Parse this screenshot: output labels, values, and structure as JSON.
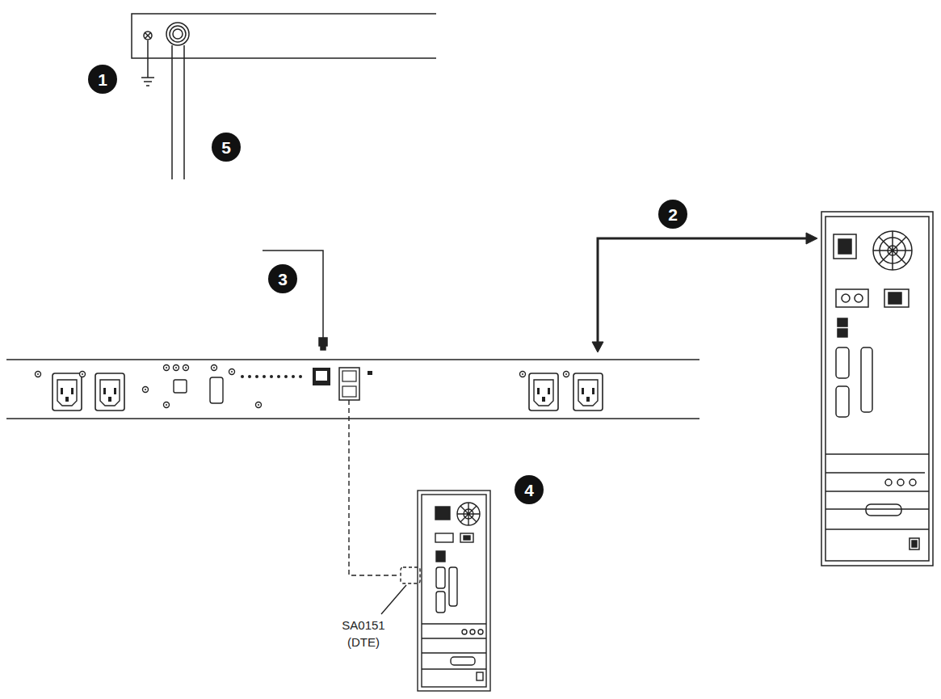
{
  "diagram": {
    "labels": [
      "1",
      "5",
      "2",
      "3",
      "4",
      "SA0151",
      "(DTE)"
    ]
  }
}
